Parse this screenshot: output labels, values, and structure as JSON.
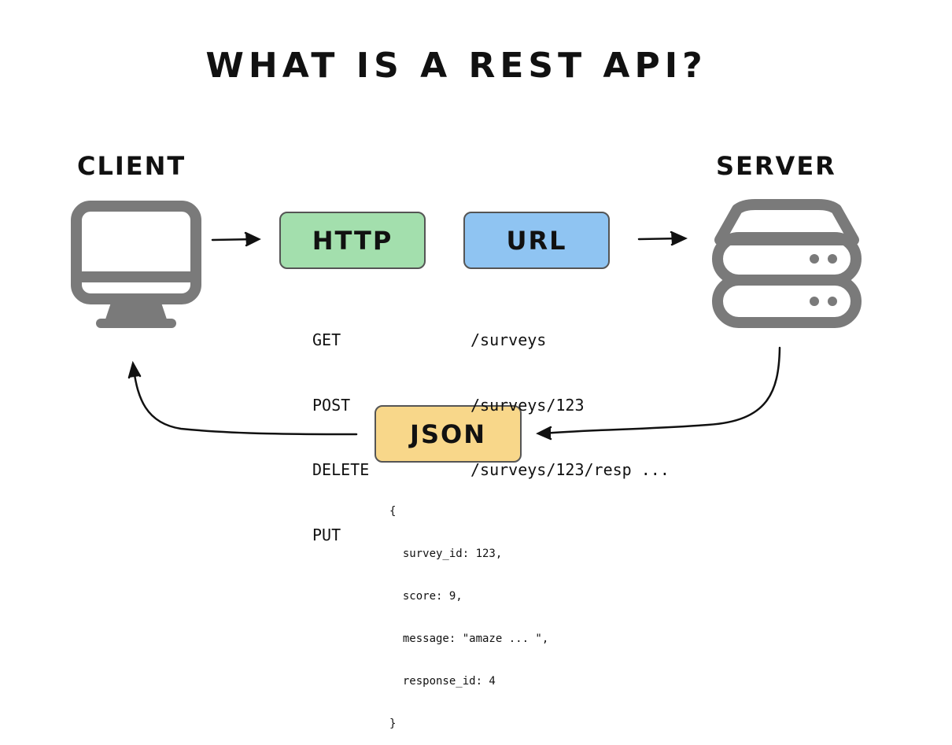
{
  "title": "WHAT IS A REST API?",
  "client": {
    "label": "CLIENT"
  },
  "server": {
    "label": "SERVER"
  },
  "http": {
    "label": "HTTP",
    "color": "#a3dfad",
    "methods": [
      "GET",
      "POST",
      "DELETE",
      "PUT"
    ]
  },
  "url": {
    "label": "URL",
    "color": "#8fc4f2",
    "paths": [
      "/surveys",
      "/surveys/123",
      "/surveys/123/resp ..."
    ]
  },
  "json": {
    "label": "JSON",
    "color": "#f8d78a",
    "body_lines": [
      "{",
      "  survey_id: 123,",
      "  score: 9,",
      "  message: \"amaze ... \",",
      "  response_id: 4",
      "}"
    ]
  },
  "icon_color": "#7a7a7a"
}
